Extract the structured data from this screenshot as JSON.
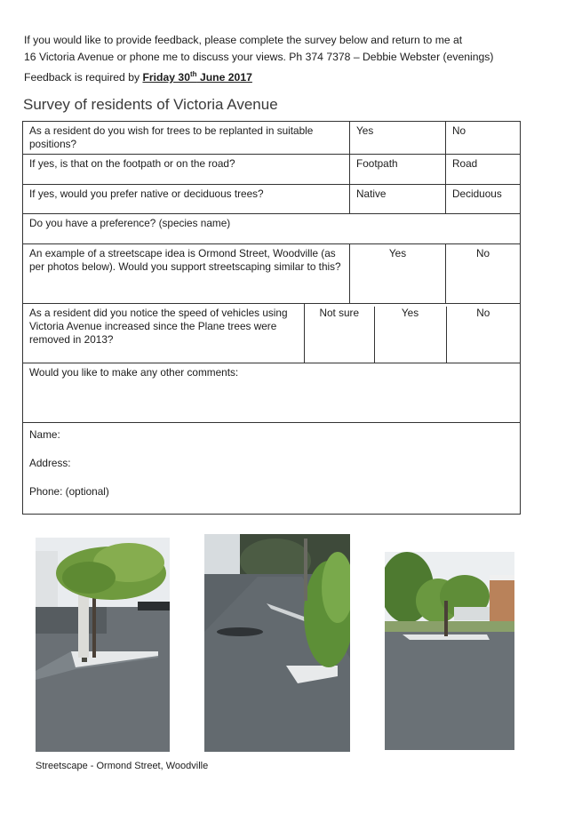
{
  "intro": {
    "line1": "If you would like to provide feedback, please complete the survey below and return to me at",
    "line2": "16 Victoria Avenue or phone me to discuss your views.  Ph 374 7378 – Debbie Webster (evenings)",
    "line3_prefix": "Feedback is required by ",
    "deadline_main": "Friday 30",
    "deadline_sup": "th",
    "deadline_tail": " June 2017"
  },
  "survey_title": "Survey of residents of Victoria Avenue",
  "table": {
    "q1": {
      "question": "As a resident do you wish for trees to be replanted in suitable positions?",
      "opt1": "Yes",
      "opt2": "No"
    },
    "q2": {
      "question": "If yes, is that on the footpath or on the road?",
      "opt1": "Footpath",
      "opt2": "Road"
    },
    "q3": {
      "question": "If yes, would you prefer native or deciduous trees?",
      "opt1": "Native",
      "opt2": "Deciduous"
    },
    "q4": {
      "question": "Do you have a preference? (species name)"
    },
    "q5": {
      "question": "An example of a streetscape idea is Ormond Street, Woodville (as per photos below).  Would you support streetscaping similar to this?",
      "opt1": "Yes",
      "opt2": "No"
    },
    "q6": {
      "question": "As a resident did you notice the speed of vehicles using Victoria Avenue increased since the Plane trees were removed in 2013?",
      "opt1": "Not sure",
      "opt2": "Yes",
      "opt3": "No"
    },
    "q7": {
      "question": "Would you like to make any other comments:"
    },
    "contact": {
      "name": "Name:",
      "address": "Address:",
      "phone": "Phone: (optional)"
    }
  },
  "caption": "Streetscape - Ormond Street, Woodville",
  "colors": {
    "text": "#1c1c1c",
    "border": "#333333",
    "asphalt": "#5f666b",
    "foliage": "#5f8f3a"
  }
}
